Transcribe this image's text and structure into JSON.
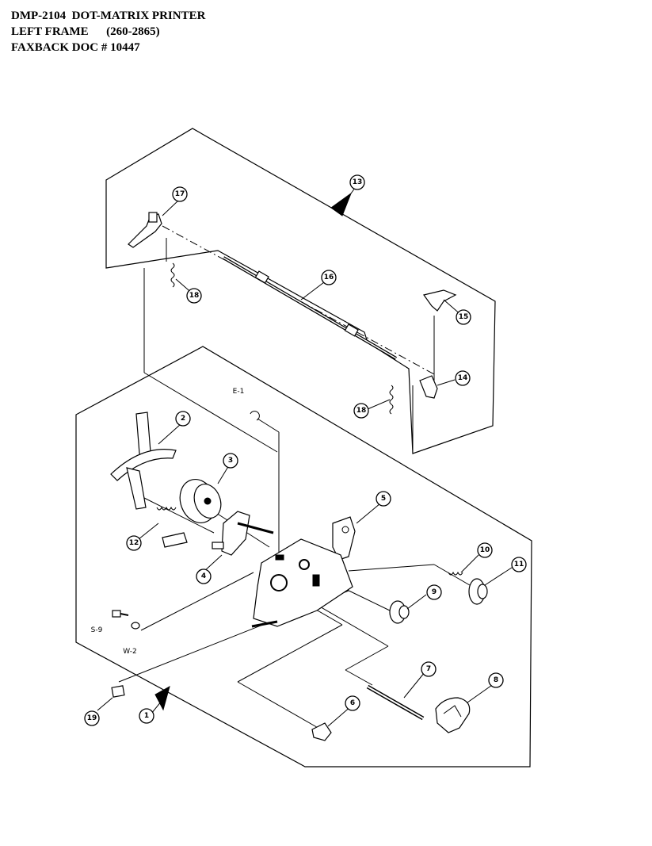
{
  "header": {
    "line1": "DMP-2104  DOT-MATRIX PRINTER",
    "line2": "LEFT FRAME      (260-2865)",
    "line3": "FAXBACK DOC # 10447"
  },
  "callouts": {
    "c1": "1",
    "c2": "2",
    "c3": "3",
    "c4": "4",
    "c5": "5",
    "c6": "6",
    "c7": "7",
    "c8": "8",
    "c9": "9",
    "c10": "10",
    "c11": "11",
    "c12": "12",
    "c13": "13",
    "c14": "14",
    "c15": "15",
    "c16": "16",
    "c17": "17",
    "c18a": "18",
    "c18b": "18",
    "c19": "19"
  },
  "labels": {
    "e1": "E-1",
    "s9": "S-9",
    "w2": "W-2"
  }
}
